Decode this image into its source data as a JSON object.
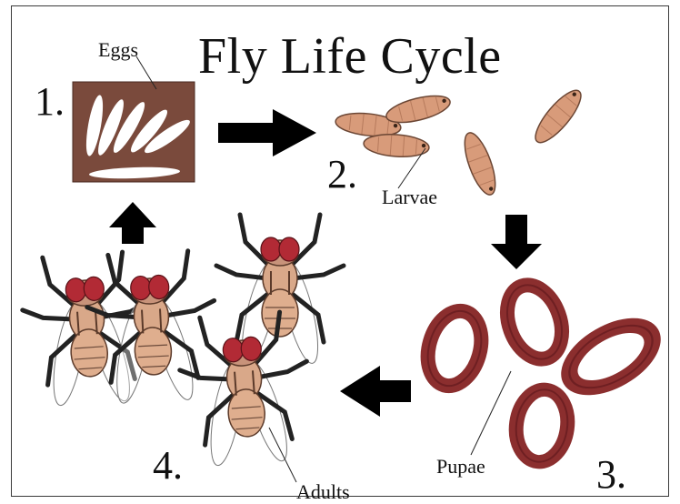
{
  "title": "Fly Life Cycle",
  "stages": [
    {
      "number": "1.",
      "label": "Eggs",
      "icon": "eggs-icon"
    },
    {
      "number": "2.",
      "label": "Larvae",
      "icon": "larva-icon"
    },
    {
      "number": "3.",
      "label": "Pupae",
      "icon": "pupa-icon"
    },
    {
      "number": "4.",
      "label": "Adults",
      "icon": "adult-fly-icon"
    }
  ],
  "colors": {
    "egg_background": "#7a4a3c",
    "egg": "#ffffff",
    "larva": "#d89b7a",
    "pupa": "#8b2e2e",
    "fly_body": "#d9a889",
    "fly_eye": "#b22a35",
    "fly_legs": "#222222",
    "arrow": "#000000"
  }
}
